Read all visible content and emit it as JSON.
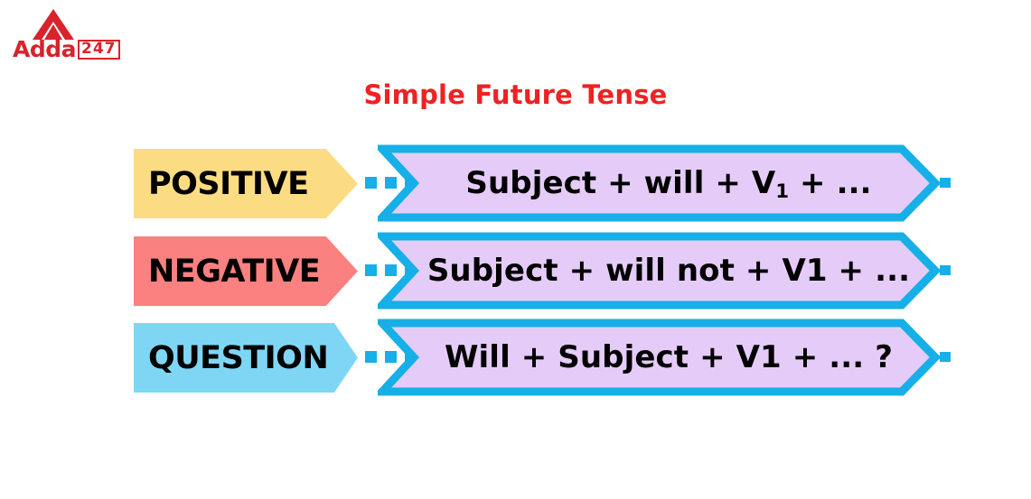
{
  "brand": {
    "name": "Adda247",
    "word_main": "Adda",
    "word_badge": "247",
    "logo_icon": "adda247-triangle-logo",
    "color": "#D8232A"
  },
  "title": "Simple Future Tense",
  "title_color": "#ED2224",
  "colors": {
    "positive_label_bg": "#FBDC83",
    "negative_label_bg": "#FB8080",
    "question_label_bg": "#7FD6F4",
    "banner_fill": "#E5CCF8",
    "banner_stroke": "#16AFE8",
    "dash": "#16AFE8",
    "text": "#000000",
    "background": "#FFFFFF"
  },
  "rows": [
    {
      "label": "POSITIVE",
      "label_color": "#FBDC83",
      "connector_icon": "dashed-arrow-right",
      "dash_count": 4,
      "formula_prefix": "Subject + will + V",
      "formula_sub": "1",
      "formula_suffix": " + ..."
    },
    {
      "label": "NEGATIVE",
      "label_color": "#FB8080",
      "connector_icon": "dashed-arrow-right",
      "dash_count": 4,
      "formula_prefix": "Subject + will not + V1 + ...",
      "formula_sub": "",
      "formula_suffix": ""
    },
    {
      "label": "QUESTION",
      "label_color": "#7FD6F4",
      "connector_icon": "dashed-arrow-right",
      "dash_count": 4,
      "formula_prefix": "Will + Subject + V1 + ... ?",
      "formula_sub": "",
      "formula_suffix": ""
    }
  ]
}
